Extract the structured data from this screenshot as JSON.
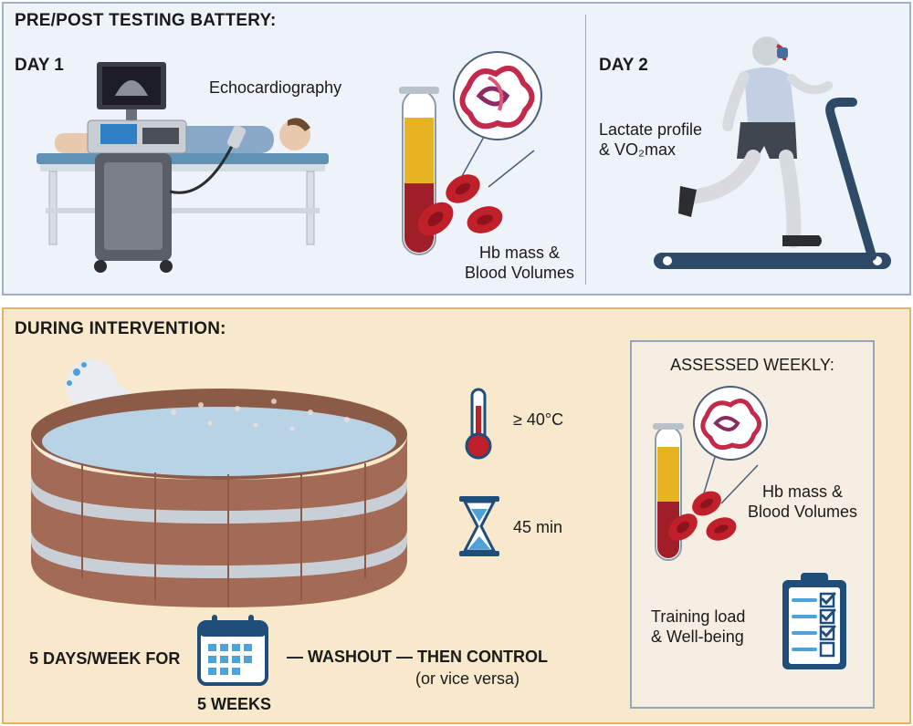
{
  "top": {
    "title": "PRE/POST TESTING BATTERY:",
    "day1": {
      "heading": "DAY 1",
      "echo_label": "Echocardiography",
      "blood_label_line1": "Hb mass &",
      "blood_label_line2": "Blood Volumes"
    },
    "day2": {
      "heading": "DAY 2",
      "lactate_line1": "Lactate profile",
      "lactate_line2": "& VO₂max"
    }
  },
  "bottom": {
    "title": "DURING INTERVENTION:",
    "temperature": "≥ 40°C",
    "duration": "45 min",
    "frequency": "5 DAYS/WEEK FOR",
    "weeks": "5 WEEKS",
    "washout": "— WASHOUT — THEN CONTROL",
    "vice_versa": "(or vice versa)",
    "weekly": {
      "heading": "ASSESSED WEEKLY:",
      "blood_line1": "Hb mass &",
      "blood_line2": "Blood Volumes",
      "training_line1": "Training load",
      "training_line2": "& Well-being"
    }
  },
  "colors": {
    "top_bg": "#eef3f9",
    "top_border": "#9db2c8",
    "bottom_bg": "#f8e8cc",
    "bottom_border": "#e0b36f",
    "blood_red": "#c0202a",
    "plasma_yellow": "#e6b422",
    "treadmill_blue": "#2e4a66",
    "tub_brown": "#a36b55",
    "water_blue": "#b9d3e6",
    "calendar_blue": "#1f4e7a"
  }
}
